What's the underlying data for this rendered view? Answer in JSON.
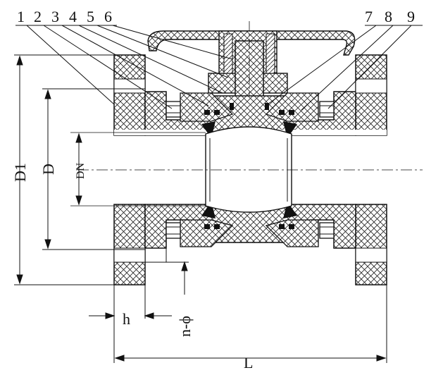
{
  "callouts": [
    "1",
    "2",
    "3",
    "4",
    "5",
    "6",
    "7",
    "8",
    "9"
  ],
  "dimensions": {
    "D1": "D1",
    "D": "D",
    "DN": "DN",
    "h": "h",
    "n_phi": "n-ϕ",
    "L": "L"
  },
  "colors": {
    "line": "#111111",
    "hatch": "#222222",
    "background": "#ffffff"
  }
}
